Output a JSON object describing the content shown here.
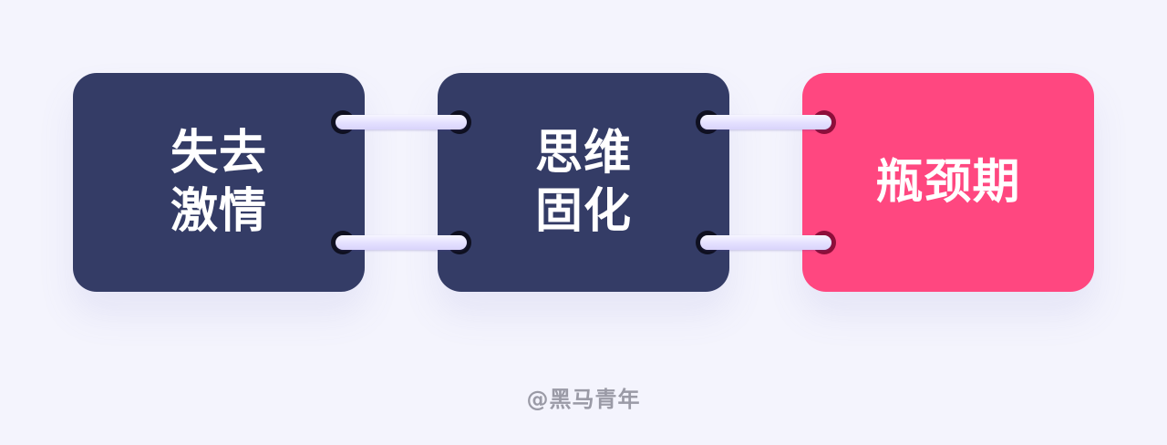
{
  "colors": {
    "background": "#f4f4fd",
    "card_dark": "#343c66",
    "card_accent": "#ff4780",
    "hole_dark": "#0f1020",
    "hole_accent": "#8e0f3a",
    "ring": "#e4e0ff",
    "watermark": "#9a9aa6",
    "text": "#ffffff"
  },
  "cards": [
    {
      "lines": [
        "失去",
        "激情"
      ],
      "color": "#343c66"
    },
    {
      "lines": [
        "思维",
        "固化"
      ],
      "color": "#343c66"
    },
    {
      "lines": [
        "瓶颈期"
      ],
      "color": "#ff4780"
    }
  ],
  "watermark": "@黑马青年"
}
